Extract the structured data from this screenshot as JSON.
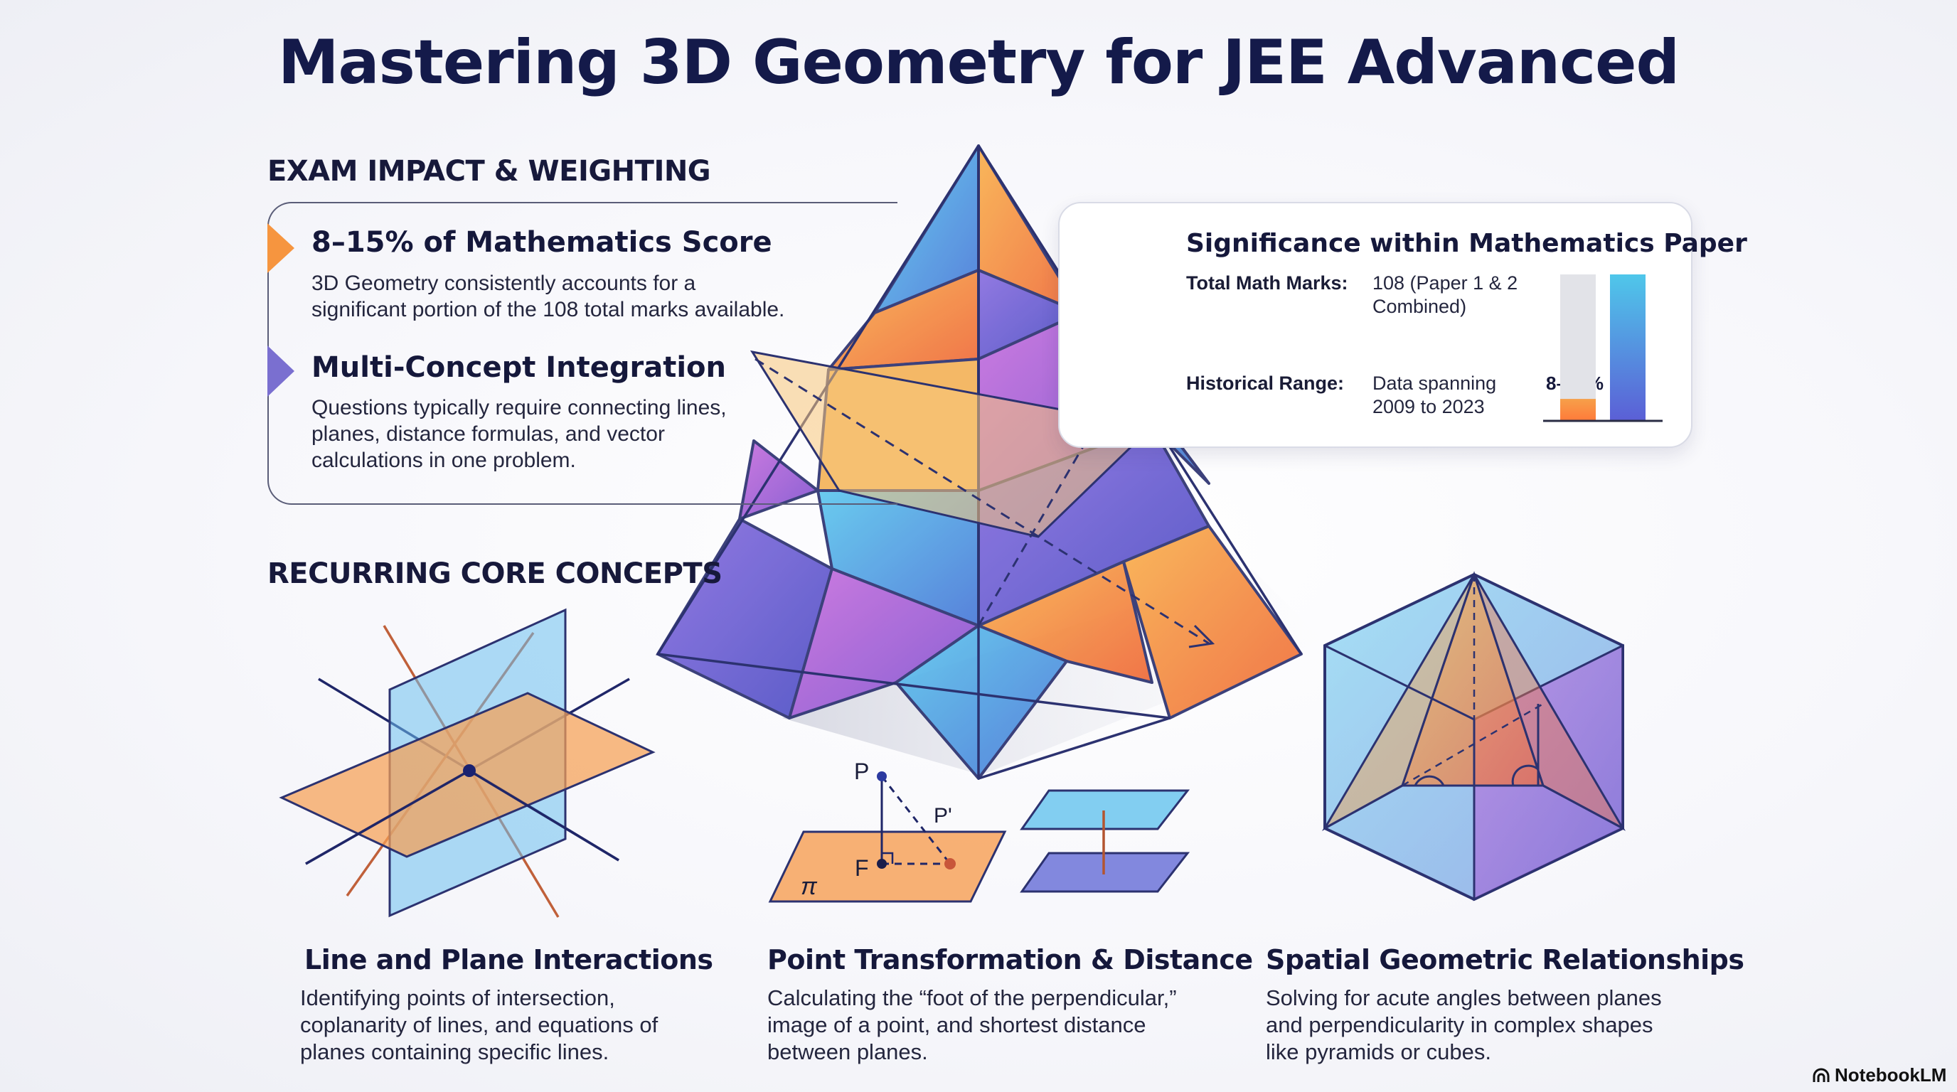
{
  "title": "Mastering 3D Geometry for JEE Advanced",
  "exam_impact": {
    "heading": "EXAM IMPACT & WEIGHTING",
    "items": [
      {
        "title": "8–15% of Mathematics Score",
        "lines": [
          "3D Geometry consistently accounts for a",
          "significant portion of the 108 total marks available."
        ],
        "marker_color": "#f08a3a"
      },
      {
        "title": "Multi-Concept Integration",
        "lines": [
          "Questions typically require connecting lines,",
          "planes, distance formulas, and vector",
          "calculations in one problem."
        ],
        "marker_color": "#7a6fd0"
      }
    ]
  },
  "significance": {
    "title": "Significance within Mathematics Paper",
    "total_label": "Total Math Marks:",
    "total_value": [
      "108 (Paper 1 & 2",
      "Combined)"
    ],
    "range_label": "Historical Range:",
    "range_value": [
      "Data spanning",
      "2009 to 2023"
    ],
    "bar_label": "8–15%",
    "bar_fraction": 0.15,
    "bar_colors": {
      "total_track": "#e2e3e8",
      "share_top": "#f6a04a",
      "share_bottom": "#ff7a3a",
      "full_top": "#4fc7ea",
      "full_bottom": "#5b5fd6"
    }
  },
  "concepts": {
    "heading": "RECURRING CORE CONCEPTS",
    "items": [
      {
        "title": "Line and Plane Interactions",
        "lines": [
          "Identifying points of intersection,",
          "coplanarity of lines, and equations of",
          "planes containing specific lines."
        ]
      },
      {
        "title": "Point Transformation & Distance",
        "lines": [
          "Calculating the “foot of the perpendicular,”",
          "image of a point, and shortest distance",
          "between planes."
        ]
      },
      {
        "title": "Spatial Geometric Relationships",
        "lines": [
          "Solving for acute angles between planes",
          "and perpendicularity in complex shapes",
          "like pyramids or cubes."
        ]
      }
    ]
  },
  "diagram_labels": {
    "point_p": "P",
    "point_p_image": "P'",
    "foot": "F",
    "plane": "π"
  },
  "brand": "NotebookLM",
  "colors": {
    "navy": "#141a4a",
    "orange": "#f6953f",
    "purple": "#6e5fcc",
    "blue": "#4db3e6"
  }
}
